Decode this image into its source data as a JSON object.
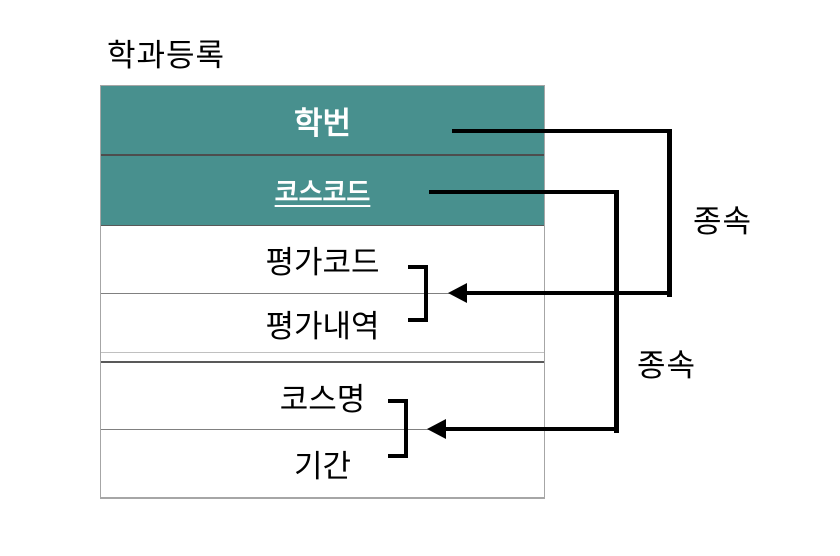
{
  "title": "학과등록",
  "table": {
    "rows": [
      {
        "label": "학번",
        "key": true,
        "underlined": false
      },
      {
        "label": "코스코드",
        "key": true,
        "underlined": true
      },
      {
        "label": "평가코드",
        "key": false,
        "underlined": false
      },
      {
        "label": "평가내역",
        "key": false,
        "underlined": false
      },
      {
        "label": "코스명",
        "key": false,
        "underlined": false
      },
      {
        "label": "기간",
        "key": false,
        "underlined": false
      }
    ]
  },
  "annotations": {
    "labels": [
      {
        "text": "종속"
      },
      {
        "text": "종속"
      }
    ]
  },
  "colors": {
    "header_fill": "#48908E",
    "header_text": "#FFFFFF",
    "header_separator": "#4D4D4D",
    "row_text": "#000000",
    "table_border": "#A6A6A6",
    "connector": "#000000"
  }
}
